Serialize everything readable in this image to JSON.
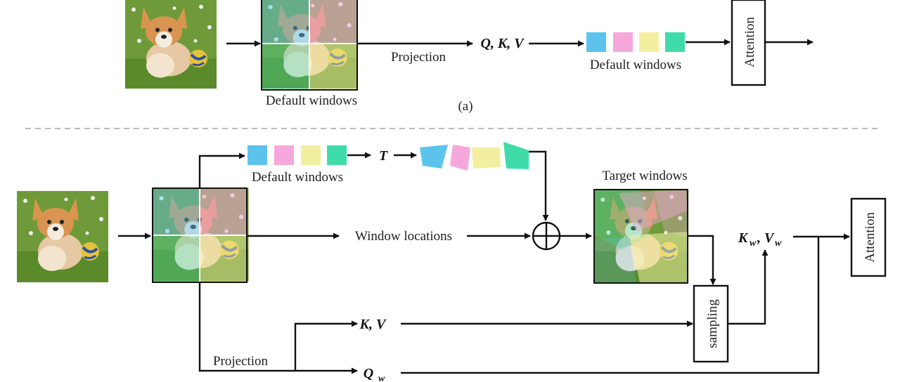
{
  "part_a": {
    "caption": "(a)",
    "projection_label": "Projection",
    "qkv_label": "Q, K, V",
    "default_windows_label_image": "Default windows",
    "default_windows_label_tokens": "Default windows",
    "attention_label": "Attention"
  },
  "part_b": {
    "default_windows_label": "Default windows",
    "t_label": "T",
    "window_locations_label": "Window locations",
    "target_windows_label": "Target windows",
    "kw_vw_label": {
      "k": "K",
      "k_sub": "w",
      "v": "V",
      "v_sub": "w"
    },
    "attention_label": "Attention",
    "sampling_label": "sampling",
    "kv_label": "K, V",
    "qw_label": {
      "q": "Q",
      "q_sub": "w"
    },
    "projection_label": "Projection"
  },
  "colors": {
    "window_blue": "#5bc3ec",
    "window_pink": "#f6a8dc",
    "window_yellow": "#f2f0a0",
    "window_green": "#3fdca9",
    "divider": "#bbbbbb"
  },
  "icons": {
    "combine_operator": "circle-plus-icon",
    "photo": "corgi-puppy-photo"
  }
}
